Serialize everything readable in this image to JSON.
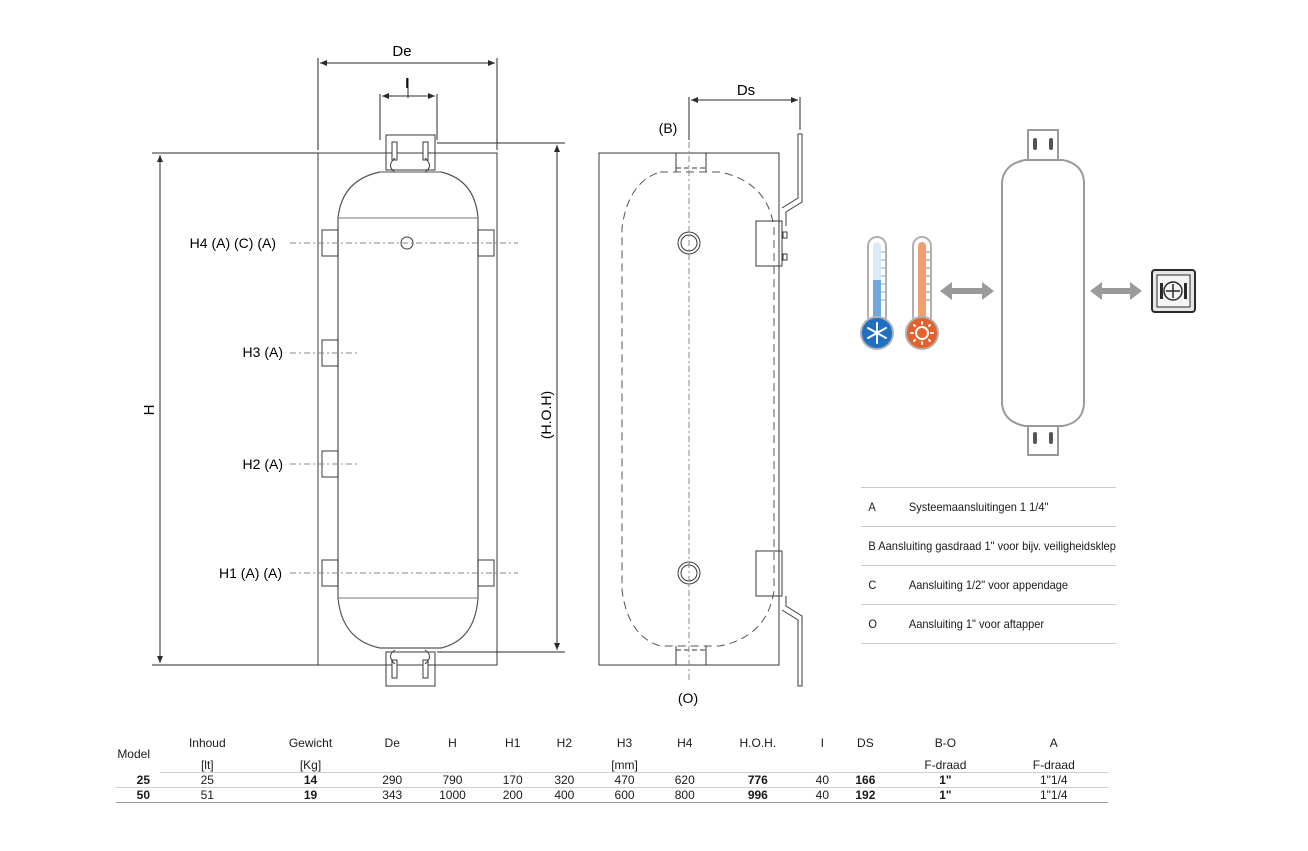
{
  "diagram": {
    "front_dimension_width": "De",
    "front_dimension_connection": "I",
    "height_label": "H",
    "hoh_label": "(H.O.H)",
    "side_dimension": "Ds",
    "label_top_connection": "(B)",
    "label_bottom_connection": "(O)",
    "connection_labels": [
      "H4 (A) (C) (A)",
      "H3 (A)",
      "H2 (A)",
      "H1 (A) (A)"
    ],
    "icons": [
      "thermometer-cold-icon",
      "thermometer-hot-icon",
      "double-arrow-icon",
      "heat-pump-icon"
    ],
    "colors": {
      "cold": "#1f6fc4",
      "hot": "#e5602a",
      "line": "#3a3a3a",
      "tank_outline": "#9a9a9a"
    }
  },
  "legend": [
    {
      "key": "A",
      "text": "Systeemaansluitingen 1 1/4\""
    },
    {
      "key": "B",
      "text": "Aansluiting gasdraad  1\" voor bijv. veiligheidsklep"
    },
    {
      "key": "C",
      "text": "Aansluiting 1/2\" voor appendage"
    },
    {
      "key": "O",
      "text": " Aansluiting 1\" voor aftapper"
    }
  ],
  "table": {
    "headers": [
      "Model",
      "Inhoud",
      "Gewicht",
      "De",
      "H",
      "H1",
      "H2",
      "H3",
      "H4",
      "H.O.H.",
      "I",
      "DS",
      "B-O",
      "A"
    ],
    "units": [
      "",
      "[lt]",
      "[Kg]",
      "",
      "",
      "",
      "",
      "[mm]",
      "",
      "",
      "",
      "",
      "F-draad",
      "F-draad"
    ],
    "rows": [
      [
        "25",
        "25",
        "14",
        "290",
        "790",
        "170",
        "320",
        "470",
        "620",
        "776",
        "40",
        "166",
        "1\"",
        "1\"1/4"
      ],
      [
        "50",
        "51",
        "19",
        "343",
        "1000",
        "200",
        "400",
        "600",
        "800",
        "996",
        "40",
        "192",
        "1\"",
        "1\"1/4"
      ]
    ]
  }
}
